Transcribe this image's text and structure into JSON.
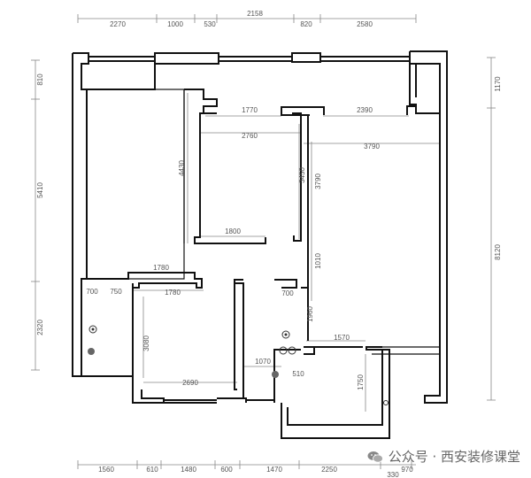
{
  "top_dimensions": [
    "2270",
    "1000",
    "530",
    "2158",
    "820",
    "2580"
  ],
  "bottom_dimensions": [
    "1560",
    "610",
    "1480",
    "600",
    "1470",
    "2250",
    "970",
    "330"
  ],
  "left_dimensions": [
    "810",
    "5410",
    "2320"
  ],
  "right_dimensions": [
    "1170",
    "8120"
  ],
  "interior_dimensions": {
    "d1770_top": "1770",
    "d2390": "2390",
    "d2760": "2760",
    "d3790": "3790",
    "d4430": "4430",
    "d3450": "3450",
    "d3790v": "3790",
    "d1800": "1800",
    "d1010": "1010",
    "d1780a": "1780",
    "d1780b": "1780",
    "d700a": "700",
    "d750": "750",
    "d700b": "700",
    "d1960": "1960",
    "d3080": "3080",
    "d1570": "1570",
    "d1750": "1750",
    "d1070": "1070",
    "d510": "510",
    "d2690": "2690"
  },
  "watermark": {
    "text": "公众号 · 西安装修课堂",
    "icon": "wechat-icon"
  }
}
